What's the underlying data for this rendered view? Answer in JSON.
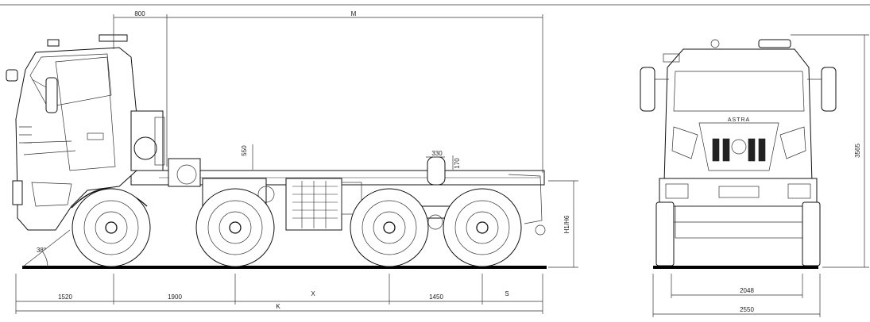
{
  "side_view": {
    "dimensions": {
      "cab_offset": "800",
      "overall_length": "M",
      "frame_height_step": "550",
      "bogie_spread": "330",
      "bogie_height": "170",
      "frame_height": "H1/H6",
      "approach_angle": "38°",
      "front_overhang": "1520",
      "first_axle_spacing": "1900",
      "wheelbase": "X",
      "rear_axle_spacing": "1450",
      "rear_overhang": "S",
      "total_wheelbase": "K"
    }
  },
  "front_view": {
    "grille_brand": "ASTRA",
    "dimensions": {
      "overall_height": "3565",
      "track_width": "2048",
      "overall_width": "2550"
    }
  }
}
